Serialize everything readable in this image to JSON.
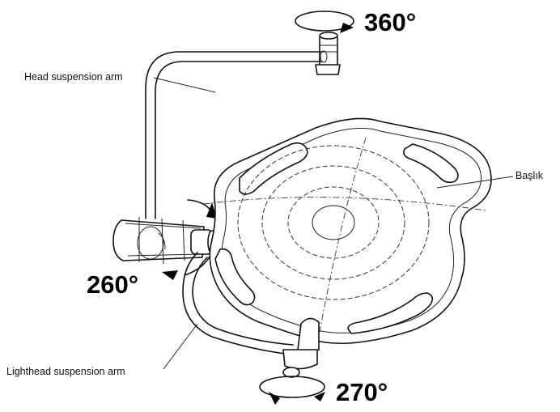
{
  "labels": {
    "head_arm": "Head suspension arm",
    "lighthead_arm": "Lighthead suspension arm",
    "head": "Başlık"
  },
  "angles": {
    "top": "360°",
    "left": "260°",
    "bottom": "270°"
  }
}
